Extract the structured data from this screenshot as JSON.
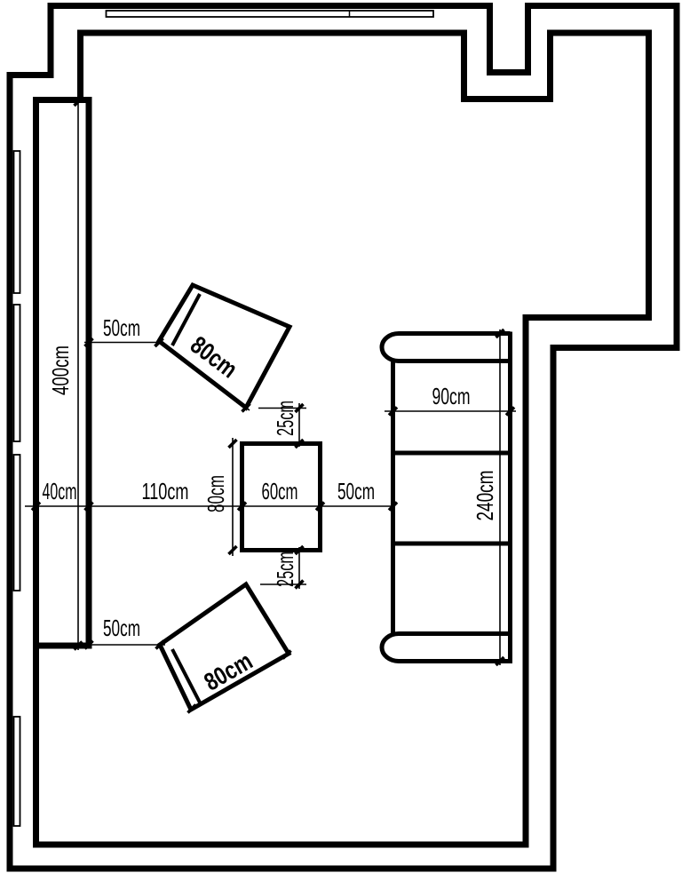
{
  "diagram": {
    "type": "floor-plan",
    "description": "Room floor plan with couch, dining table, two rotated chairs, wall-side unit and dimension annotations",
    "unit": "cm",
    "colors": {
      "line": "#000000",
      "background": "#ffffff"
    },
    "dims": {
      "left_wall_length": "400cm",
      "sideboard_depth": "40cm",
      "sideboard_to_table": "110cm",
      "table_width": "60cm",
      "table_depth": "80cm",
      "table_to_couch_gap": "50cm",
      "top_chair_gap": "50cm",
      "top_chair_size": "80cm",
      "top_chair_to_table": "25cm",
      "bottom_chair_to_table": "25cm",
      "bottom_chair_gap": "50cm",
      "bottom_chair_size": "80cm",
      "couch_depth": "90cm",
      "couch_length": "240cm"
    }
  }
}
